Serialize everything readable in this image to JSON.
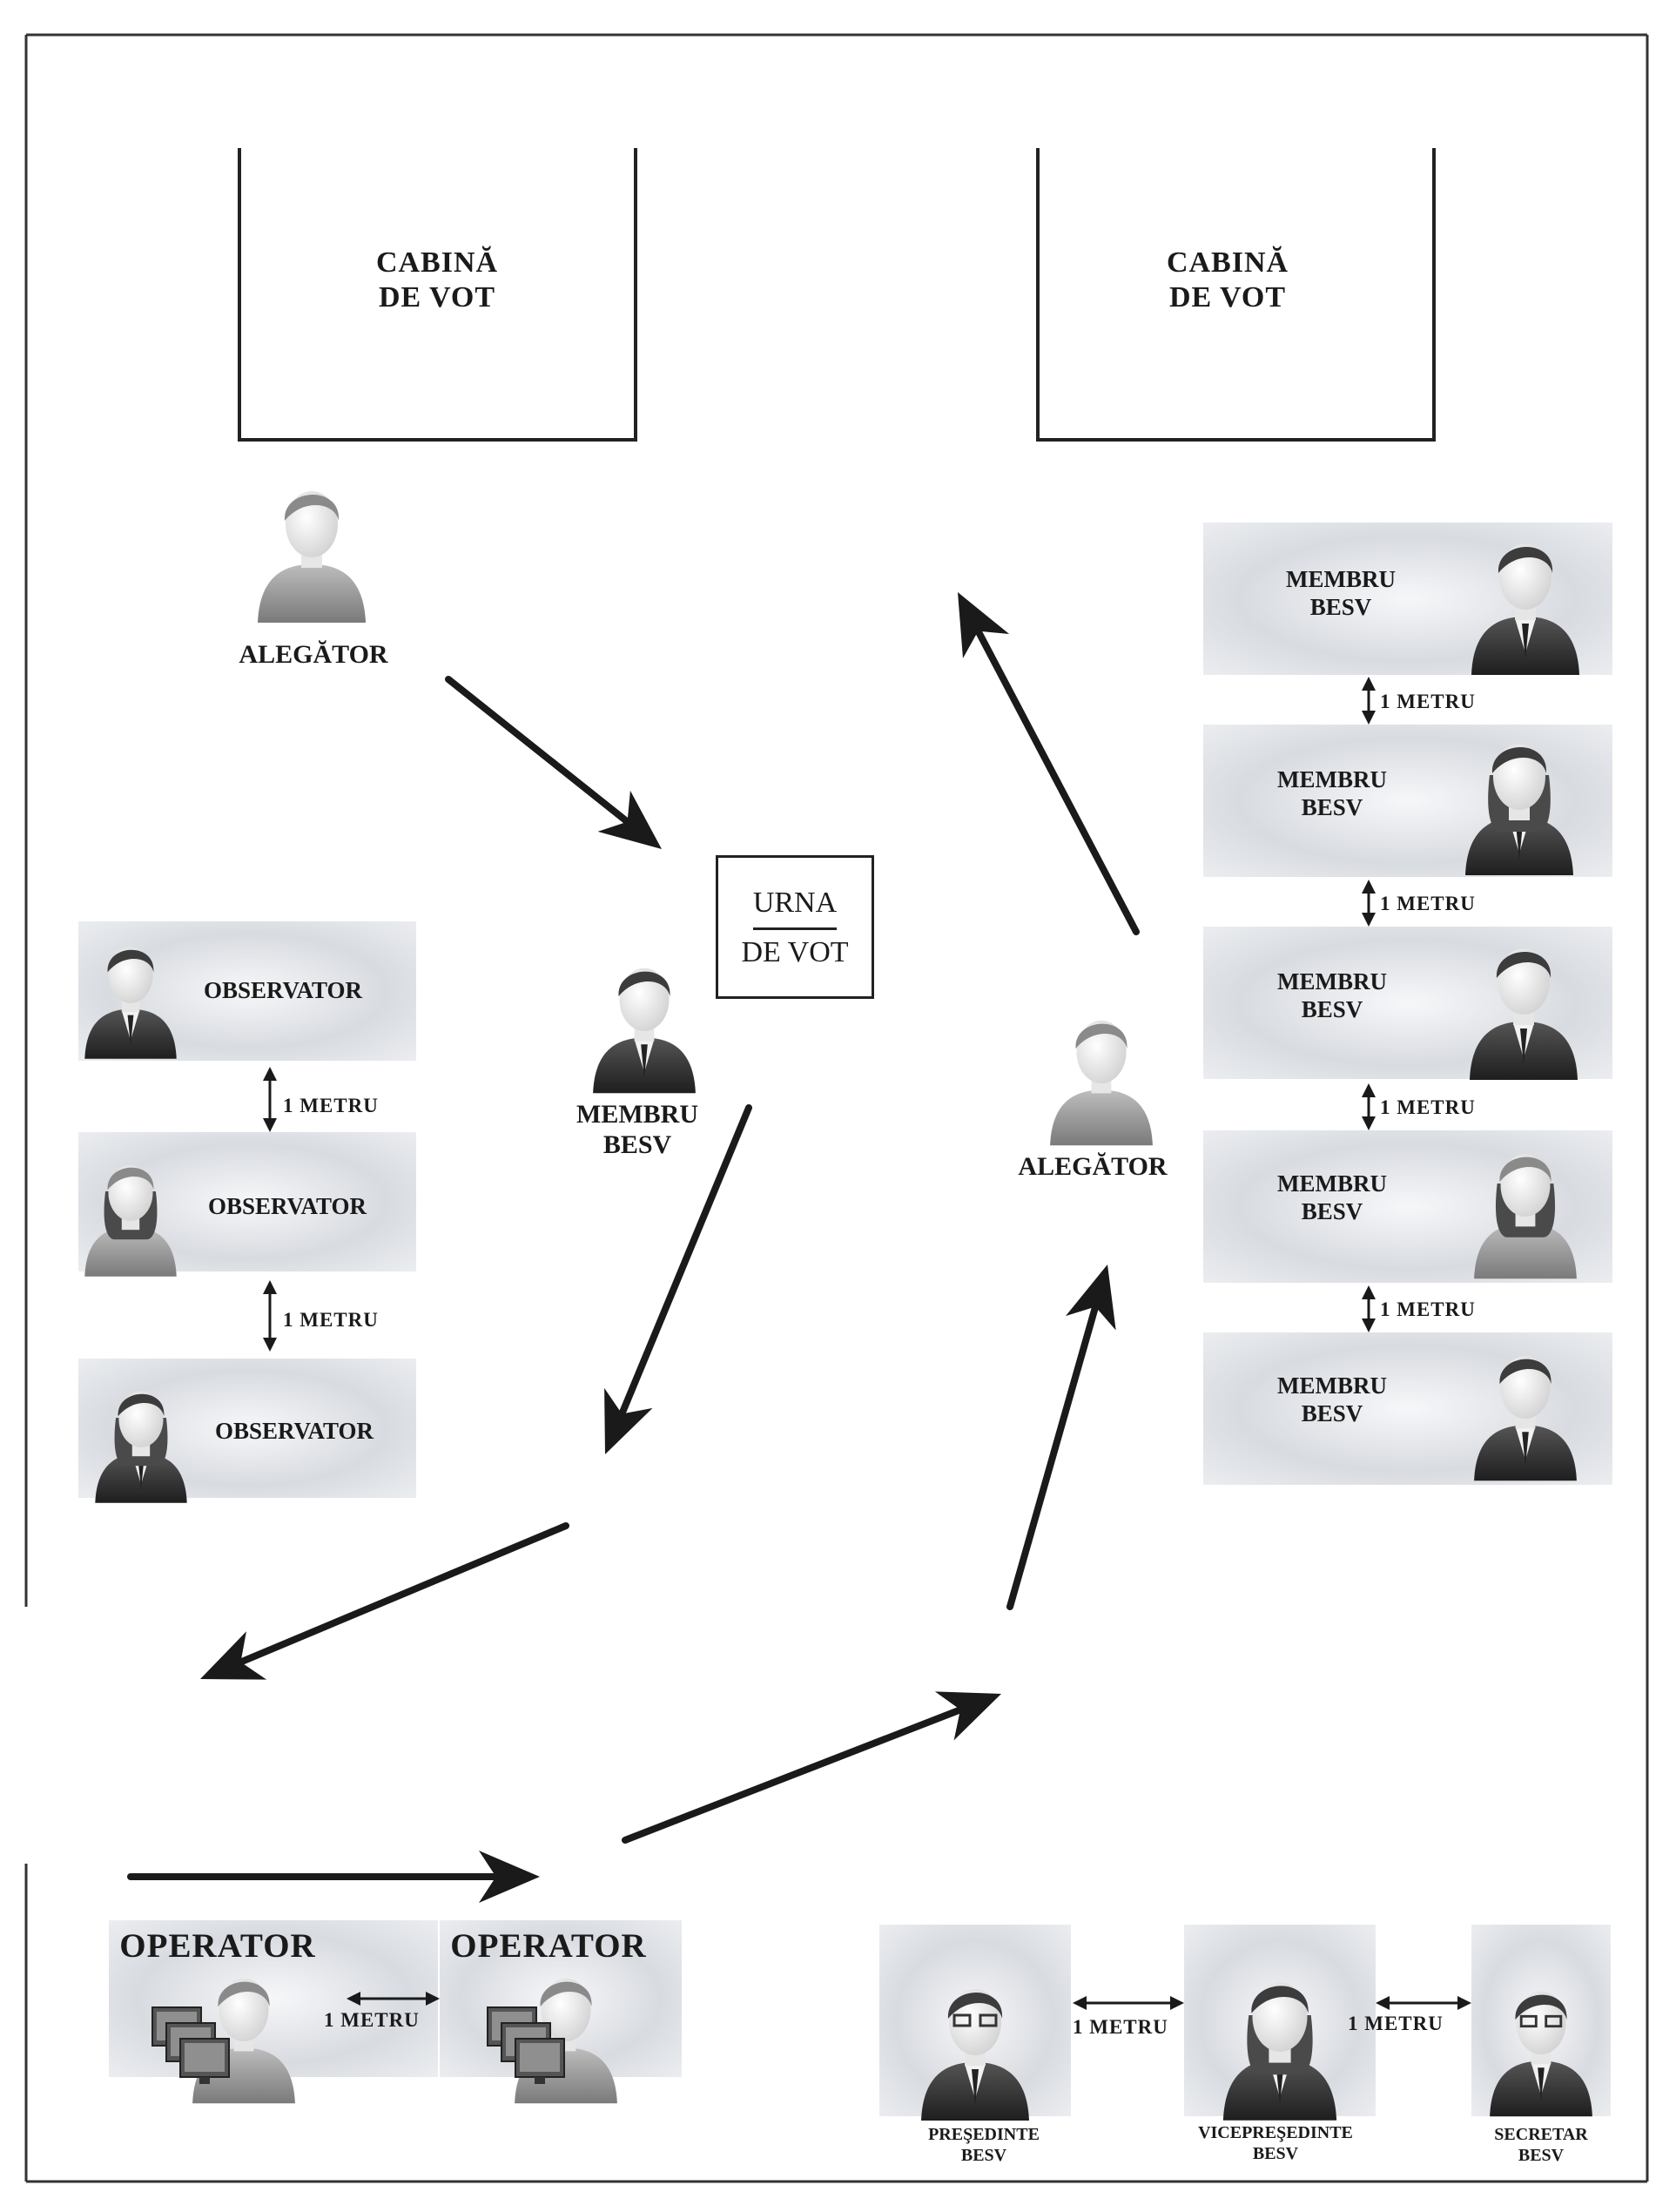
{
  "voting_booths": [
    {
      "line1": "CABINĂ",
      "line2": "DE VOT"
    },
    {
      "line1": "CABINĂ",
      "line2": "DE VOT"
    }
  ],
  "ballot_box": {
    "line1": "URNA",
    "line2": "DE VOT"
  },
  "voters": [
    "ALEGĂTOR",
    "ALEGĂTOR"
  ],
  "center_member": {
    "line1": "MEMBRU",
    "line2": "BESV"
  },
  "observers": [
    "OBSERVATOR",
    "OBSERVATOR",
    "OBSERVATOR"
  ],
  "commission_members": [
    {
      "line1": "MEMBRU",
      "line2": "BESV"
    },
    {
      "line1": "MEMBRU",
      "line2": "BESV"
    },
    {
      "line1": "MEMBRU",
      "line2": "BESV"
    },
    {
      "line1": "MEMBRU",
      "line2": "BESV"
    },
    {
      "line1": "MEMBRU",
      "line2": "BESV"
    }
  ],
  "distance_label": "1 METRU",
  "operators": [
    "OPERATOR",
    "OPERATOR"
  ],
  "leadership": [
    {
      "line1": "PREŞEDINTE",
      "line2": "BESV"
    },
    {
      "line1": "VICEPREŞEDINTE",
      "line2": "BESV"
    },
    {
      "line1": "SECRETAR",
      "line2": "BESV"
    }
  ],
  "colors": {
    "line": "#222222",
    "card": "#e2e4e8",
    "figure": "#3a3a3a",
    "face": "#f4f4f4"
  },
  "icons": [
    "person-icon",
    "monitor-icon",
    "double-arrow-icon",
    "flow-arrow-icon"
  ]
}
